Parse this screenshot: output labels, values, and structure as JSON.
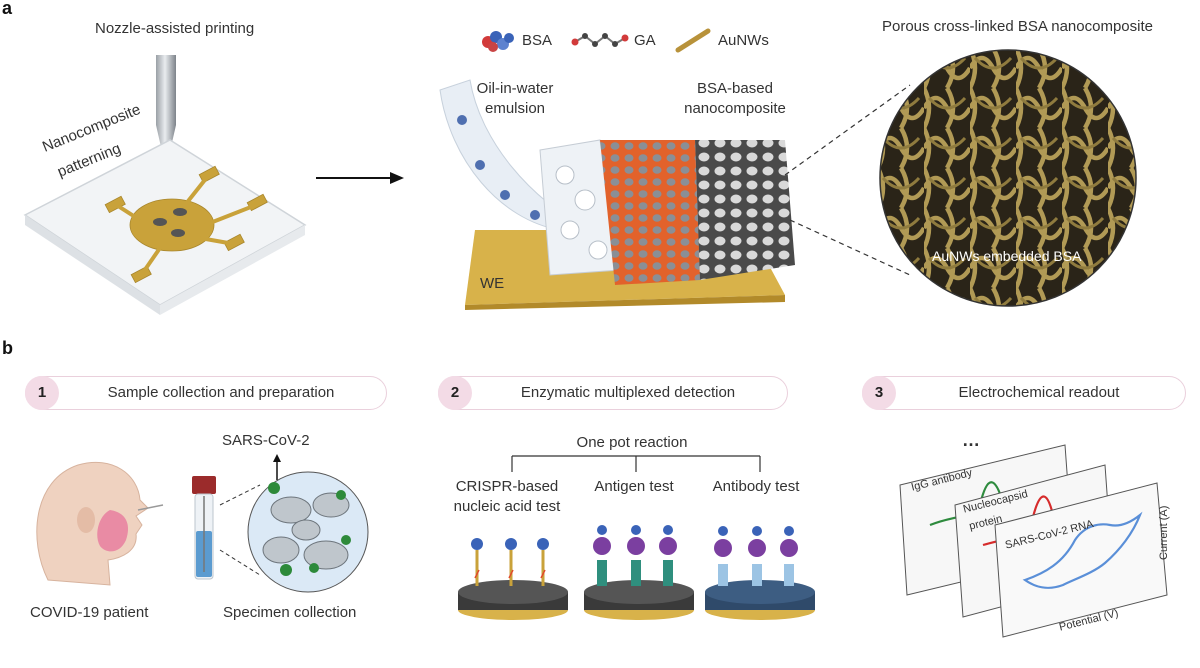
{
  "panel_a": {
    "letter": "a",
    "printing_title": "Nozzle-assisted printing",
    "patterning_label_1": "Nanocomposite",
    "patterning_label_2": "patterning",
    "legend": [
      {
        "label": "BSA",
        "icon": "bsa-protein-icon"
      },
      {
        "label": "GA",
        "icon": "ga-chain-icon"
      },
      {
        "label": "AuNWs",
        "icon": "gold-nanowire-icon"
      }
    ],
    "emulsion_label_1": "Oil-in-water",
    "emulsion_label_2": "emulsion",
    "nanocomposite_label_1": "BSA-based",
    "nanocomposite_label_2": "nanocomposite",
    "we_label": "WE",
    "zoom_title": "Porous cross-linked BSA nanocomposite",
    "zoom_caption": "AuNWs embedded BSA"
  },
  "panel_b": {
    "letter": "b",
    "steps": [
      {
        "number": "1",
        "label": "Sample collection and preparation"
      },
      {
        "number": "2",
        "label": "Enzymatic multiplexed detection"
      },
      {
        "number": "3",
        "label": "Electrochemical readout"
      }
    ],
    "virus_label": "SARS-CoV-2",
    "patient_label": "COVID-19 patient",
    "specimen_label": "Specimen collection",
    "reaction_label": "One pot reaction",
    "tests": {
      "crispr_1": "CRISPR-based",
      "crispr_2": "nucleic acid test",
      "antigen": "Antigen test",
      "antibody": "Antibody test"
    },
    "readout": {
      "ellipsis": "…",
      "plot1": "IgG antibody",
      "plot2_1": "Nucleocapsid",
      "plot2_2": "protein",
      "plot3": "SARS-CoV-2 RNA",
      "y_axis": "Current (A)",
      "x_axis": "Potential (V)"
    }
  },
  "colors": {
    "gold": "#c9a23a",
    "pink_badge": "#f3dbe6",
    "green_trace": "#2e8b3e",
    "red_trace": "#d62b2b",
    "blue_trace": "#5a8fd8"
  }
}
